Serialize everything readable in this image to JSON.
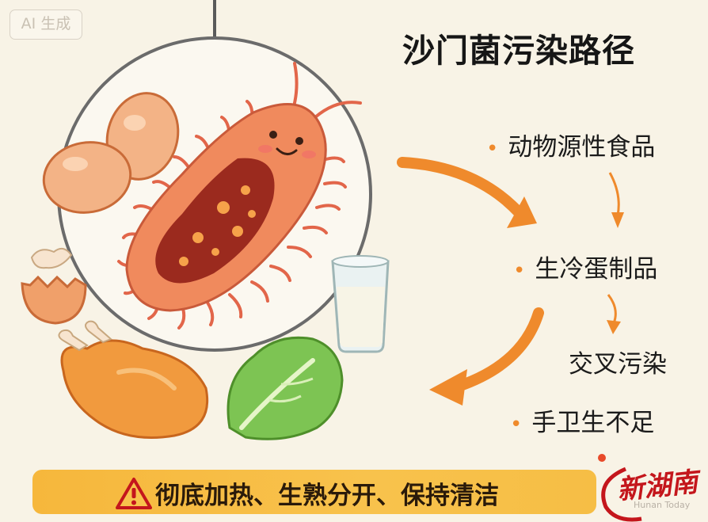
{
  "badge": {
    "text": "AI 生成"
  },
  "title": "沙门菌污染路径",
  "steps": {
    "s1": "动物源性食品",
    "s2": "生冷蛋制品",
    "s3": "交叉污染",
    "s4": "手卫生不足"
  },
  "banner": {
    "text": "彻底加热、生熟分开、保持清洁"
  },
  "logo": {
    "name": "新湖南",
    "sub": "Hunan Today"
  },
  "colors": {
    "accent_orange": "#ef8a2c",
    "banner_yellow": "#f8c24c",
    "bacterium": "#f08a5d",
    "bacterium_core": "#9b2a1e",
    "logo_red": "#c4161c"
  },
  "icons": [
    "warning-icon",
    "bacterium-icon",
    "egg-icon",
    "chicken-icon",
    "lettuce-icon",
    "milk-glass-icon",
    "arrow-icon"
  ]
}
